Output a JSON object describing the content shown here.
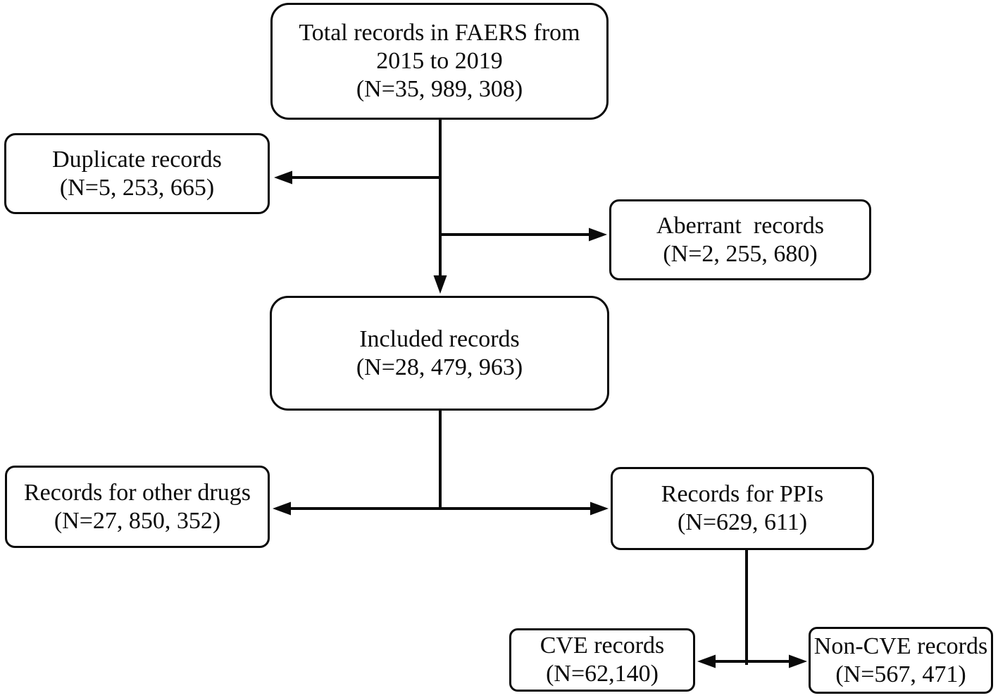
{
  "palette": {
    "background": "#ffffff",
    "stroke": "#0a0a0a",
    "text": "#0a0a0a"
  },
  "nodes": {
    "total": {
      "lines": [
        "Total records in FAERS from",
        "2015 to 2019",
        "(N=35, 989, 308)"
      ]
    },
    "duplicate": {
      "lines": [
        "Duplicate records",
        "(N=5, 253, 665)"
      ]
    },
    "aberrant": {
      "lines": [
        "Aberrant  records",
        "(N=2, 255, 680)"
      ]
    },
    "included": {
      "lines": [
        "Included records",
        "(N=28, 479, 963)"
      ]
    },
    "other_drugs": {
      "lines": [
        "Records for other drugs",
        "(N=27, 850, 352)"
      ]
    },
    "ppis": {
      "lines": [
        "Records for PPIs",
        "(N=629, 611)"
      ]
    },
    "cve": {
      "lines": [
        "CVE records",
        "(N=62,140)"
      ]
    },
    "non_cve": {
      "lines": [
        "Non-CVE records",
        "(N=567, 471)"
      ]
    }
  }
}
